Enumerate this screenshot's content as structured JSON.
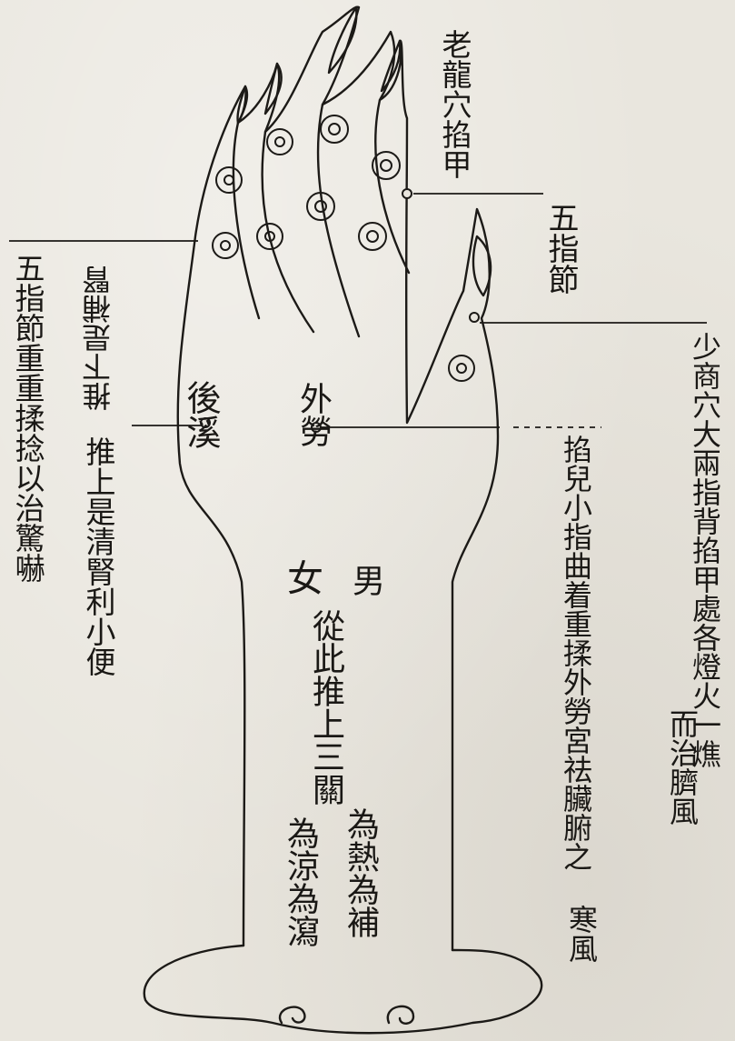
{
  "labels": {
    "old_dragon": "老龍穴掐甲",
    "five_finger_joints_top": "五指節",
    "five_finger_joints_left": "五指節重重揉捻以治驚嚇",
    "back_valley": "後溪",
    "outer_labor": "外勞",
    "back_valley_note_inverted": "推上是清腎利小便",
    "back_valley_note_upside": "推下是補腎",
    "shaoshang_line1": "少商穴大兩指背掐甲處各燈火一燋",
    "shaoshang_line2": "而治臍風",
    "outer_labor_note_line1": "掐兒小指曲着重揉外勞宮祛臟腑之",
    "outer_labor_note_line2": "寒風",
    "male": "男",
    "female": "女",
    "three_passes": "從此推上三關",
    "hot_cold_right": "為熱為補",
    "hot_cold_left": "為涼為瀉"
  },
  "colors": {
    "ink": "#1c1a17",
    "paper": "#e9e6de"
  }
}
